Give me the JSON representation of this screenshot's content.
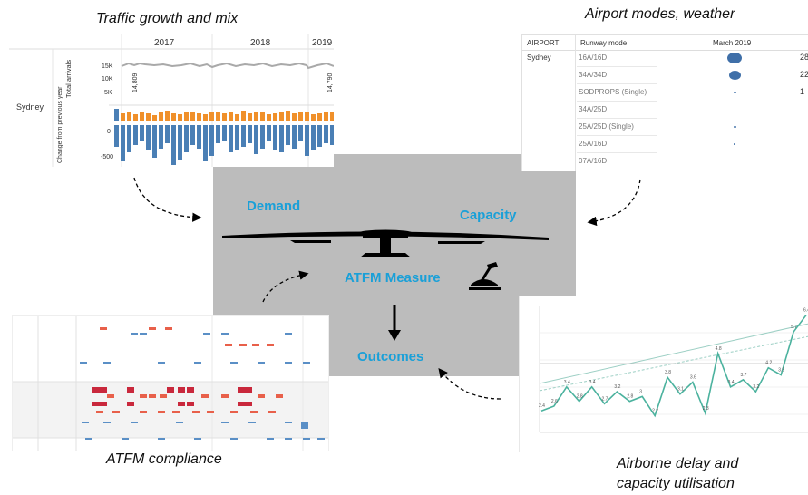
{
  "captions": {
    "traffic": "Traffic growth and mix",
    "airport": "Airport modes, weather",
    "compliance": "ATFM compliance",
    "delay_line1": "Airborne delay and",
    "delay_line2": "capacity utilisation"
  },
  "center": {
    "demand": "Demand",
    "capacity": "Capacity",
    "measure": "ATFM Measure",
    "outcomes": "Outcomes",
    "background": "#bcbcbc",
    "text_color": "#1aa0d8"
  },
  "traffic_panel": {
    "years": [
      "2017",
      "2018",
      "2019"
    ],
    "row_label": "Sydney",
    "axis1": "Total arrivals",
    "axis2": "Change from previous year",
    "ticks_top": [
      "15K",
      "10K",
      "5K"
    ],
    "ticks_bottom": [
      "0",
      "-500"
    ],
    "value_a": "14,809",
    "value_b": "14,790",
    "colors": {
      "increase": "#f0902a",
      "decrease": "#4a7fb5",
      "line": "#a9a9a9"
    }
  },
  "airport_panel": {
    "headers": {
      "airport": "AIRPORT",
      "mode": "Runway mode",
      "month": "March 2019"
    },
    "airport": "Sydney",
    "modes": [
      "16A/16D",
      "34A/34D",
      "SODPROPS (Single)",
      "34A/25D",
      "25A/25D (Single)",
      "25A/16D",
      "07A/16D"
    ],
    "values": [
      "28",
      "22",
      "1",
      "",
      "",
      "",
      ""
    ],
    "bubble_color": "#3f6fa8"
  },
  "delay_panel": {
    "line_color": "#4bb29e",
    "values": [
      2.4,
      2.6,
      3.4,
      2.8,
      3.4,
      2.7,
      3.2,
      2.8,
      3.0,
      2.2,
      3.8,
      3.1,
      3.6,
      2.3,
      4.8,
      3.4,
      3.7,
      3.2,
      4.2,
      3.9,
      5.7,
      6.4
    ]
  },
  "compliance_panel": {
    "strong_color": "#c9283c",
    "mid_color": "#e8604a",
    "cool_color": "#5a8fc6"
  }
}
